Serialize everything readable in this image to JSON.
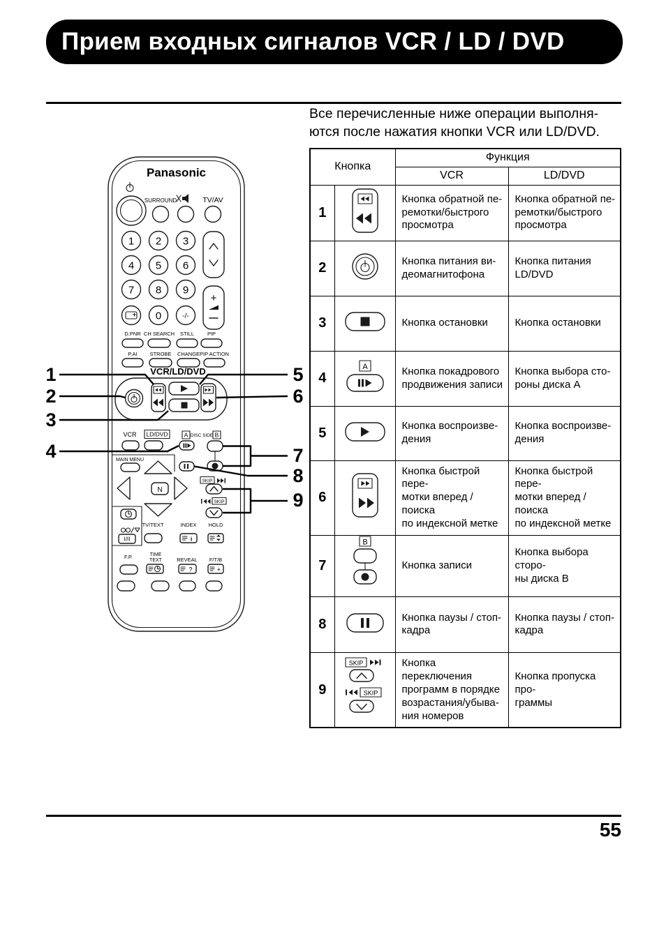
{
  "page": {
    "title": "Прием входных сигналов VCR / LD / DVD",
    "intro": "Все перечисленные ниже операции выполня-\nются после нажатия кнопки VCR или LD/DVD.",
    "page_number": "55"
  },
  "remote": {
    "brand": "Panasonic",
    "callouts": [
      "1",
      "2",
      "3",
      "4",
      "5",
      "6",
      "7",
      "8",
      "9"
    ],
    "labels": {
      "surround": "SURROUND",
      "tv_av": "TV/AV",
      "digits": [
        "1",
        "2",
        "3",
        "4",
        "5",
        "6",
        "7",
        "8",
        "9",
        "0"
      ],
      "dash": "-/-",
      "plus": "+",
      "dpnr": "D.PNR",
      "ch_search": "CH SEARCH",
      "still": "STILL",
      "pip": "PIP",
      "pai": "P.AI",
      "strobe": "STROBE",
      "change": "CHANGE",
      "pip_action": "PIP ACTION",
      "vcr_ld_dvd": "VCR/LD/DVD",
      "vcr": "VCR",
      "ld_dvd": "LD/DVD",
      "disc_a": "A",
      "disc_side": "DISC SIDE",
      "disc_b": "B",
      "main_menu": "MAIN MENU",
      "n": "N",
      "skip": "SKIP",
      "i_ii": "I/II",
      "tv_text": "TV/TEXT",
      "index": "INDEX",
      "hold": "HOLD",
      "fp": "F.P.",
      "time": "TIME",
      "text": "TEXT",
      "reveal": "REVEAL",
      "ftb": "F/T/B"
    }
  },
  "table": {
    "header": {
      "button": "Кнопка",
      "function": "Функция",
      "vcr": "VCR",
      "ld_dvd": "LD/DVD"
    },
    "rows": [
      {
        "num": "1",
        "vcr": "Кнопка обратной пе-\nремотки/быстрого\nпросмотра",
        "ld_dvd": "Кнопка обратной пе-\nремотки/быстрого\nпросмотра"
      },
      {
        "num": "2",
        "vcr": "Кнопка питания ви-\nдеомагнитофона",
        "ld_dvd": "Кнопка питания\nLD/DVD"
      },
      {
        "num": "3",
        "vcr": "Кнопка остановки",
        "ld_dvd": "Кнопка остановки"
      },
      {
        "num": "4",
        "icon_label": "A",
        "vcr": "Кнопка покадрового\nпродвижения записи",
        "ld_dvd": "Кнопка выбора сто-\nроны диска A"
      },
      {
        "num": "5",
        "vcr": "Кнопка воспроизве-\nдения",
        "ld_dvd": "Кнопка воспроизве-\nдения"
      },
      {
        "num": "6",
        "vcr": "Кнопка быстрой пере-\nмотки вперед / поиска\nпо индексной метке",
        "ld_dvd": "Кнопка быстрой пере-\nмотки вперед / поиска\nпо индексной метке"
      },
      {
        "num": "7",
        "icon_label": "B",
        "vcr": "Кнопка записи",
        "ld_dvd": "Кнопка выбора сторо-\nны диска B"
      },
      {
        "num": "8",
        "vcr": "Кнопка паузы / стоп-\nкадра",
        "ld_dvd": "Кнопка паузы / стоп-\nкадра"
      },
      {
        "num": "9",
        "vcr": "Кнопка переключения\nпрограмм в порядке\nвозрастания/убыва-\nния номеров",
        "ld_dvd": "Кнопка пропуска про-\nграммы"
      }
    ]
  }
}
